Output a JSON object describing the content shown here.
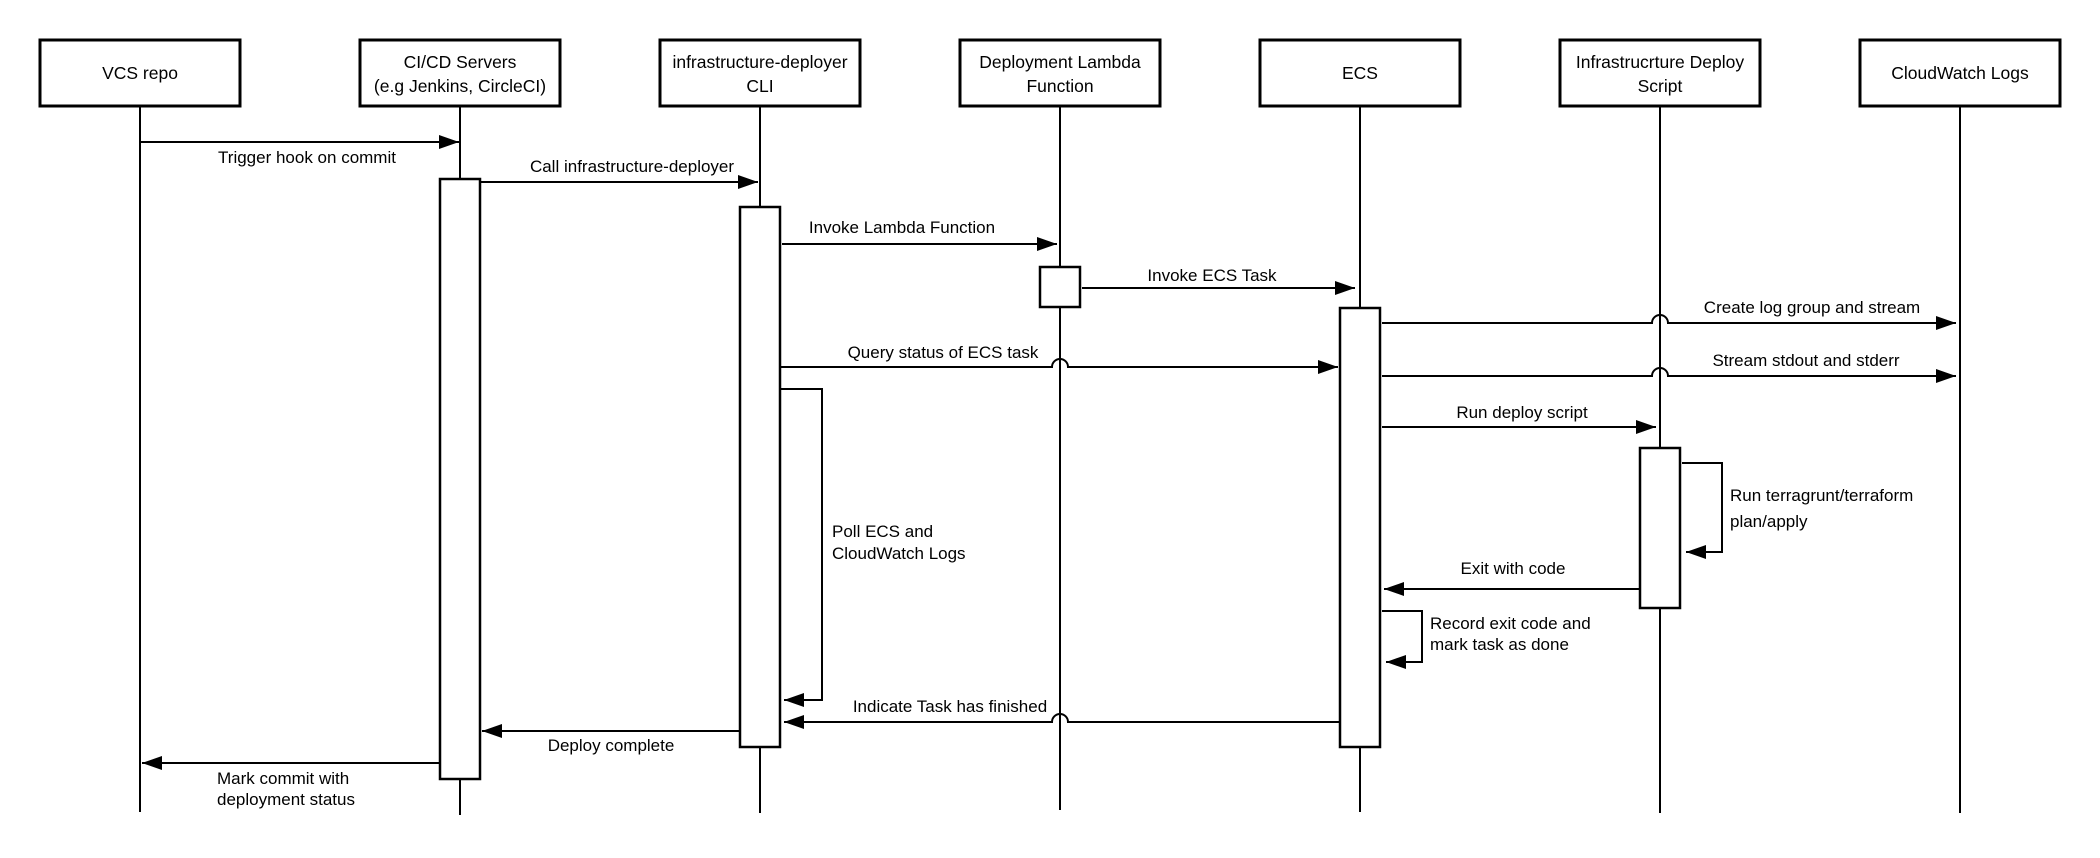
{
  "page": {
    "background": "#ffffff"
  },
  "diagram": {
    "type": "uml-sequence-diagram",
    "stroke_color": "#000000",
    "fill_color": "#ffffff",
    "actors": {
      "vcs": {
        "label": "VCS repo"
      },
      "cicd": {
        "line1": "CI/CD Servers",
        "line2": "(e.g Jenkins, CircleCI)"
      },
      "cli": {
        "line1": "infrastructure-deployer",
        "line2": "CLI"
      },
      "lambda": {
        "line1": "Deployment Lambda",
        "line2": "Function"
      },
      "ecs": {
        "label": "ECS"
      },
      "script": {
        "line1": "Infrastrucrture Deploy",
        "line2": "Script"
      },
      "cloudwatch": {
        "label": "CloudWatch Logs"
      }
    },
    "messages": {
      "trigger_hook": {
        "label": "Trigger hook on commit",
        "from": "vcs",
        "to": "cicd"
      },
      "call_deployer": {
        "label": "Call infrastructure-deployer",
        "from": "cicd",
        "to": "cli"
      },
      "invoke_lambda": {
        "label": "Invoke Lambda Function",
        "from": "cli",
        "to": "lambda"
      },
      "invoke_ecs": {
        "label": "Invoke ECS Task",
        "from": "lambda",
        "to": "ecs"
      },
      "create_log": {
        "label": "Create log group and stream",
        "from": "ecs",
        "to": "cloudwatch"
      },
      "query_status": {
        "label": "Query status of ECS task",
        "from": "cli",
        "to": "ecs"
      },
      "stream_stdout": {
        "label": "Stream stdout and stderr",
        "from": "ecs",
        "to": "cloudwatch"
      },
      "run_deploy": {
        "label": "Run deploy script",
        "from": "ecs",
        "to": "script"
      },
      "terragrunt": {
        "line1": "Run terragrunt/terraform",
        "line2": "plan/apply",
        "from": "script",
        "to": "script"
      },
      "exit_code": {
        "label": "Exit with code",
        "from": "script",
        "to": "ecs"
      },
      "record_exit": {
        "line1": "Record exit code and",
        "line2": "mark task as done",
        "from": "ecs",
        "to": "ecs"
      },
      "poll": {
        "line1": "Poll ECS and",
        "line2": "CloudWatch Logs",
        "from": "cli",
        "to": "cli"
      },
      "indicate_finish": {
        "label": "Indicate Task has finished",
        "from": "ecs",
        "to": "cli"
      },
      "deploy_complete": {
        "label": "Deploy complete",
        "from": "cli",
        "to": "cicd"
      },
      "mark_commit": {
        "line1": "Mark commit with",
        "line2": "deployment status",
        "from": "cicd",
        "to": "vcs"
      }
    }
  }
}
